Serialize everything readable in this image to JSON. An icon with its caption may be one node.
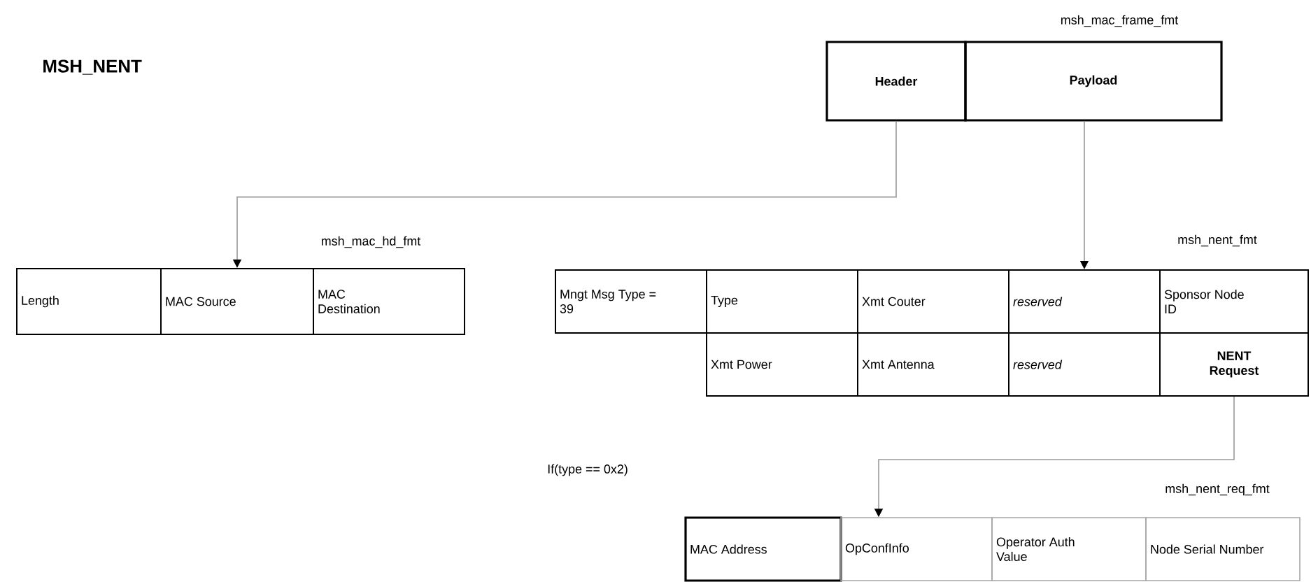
{
  "diagram": {
    "title": "MSH_NENT",
    "nodes": [
      {
        "text": [
          "Header"
        ]
      },
      {
        "text": [
          "Payload"
        ]
      },
      {
        "text": [
          "Length"
        ]
      },
      {
        "text": [
          "MAC Source"
        ]
      },
      {
        "text": [
          "MAC Destination"
        ]
      },
      {
        "text": [
          "Mngt Msg Type = 39"
        ]
      },
      {
        "text": [
          "Type"
        ]
      },
      {
        "text": [
          "Xmt Couter"
        ]
      },
      {
        "text": [
          "reserved"
        ]
      },
      {
        "text": [
          "Sponsor Node ID"
        ]
      },
      {
        "text": [
          "Xmt Power"
        ]
      },
      {
        "text": [
          "Xmt Antenna"
        ]
      },
      {
        "text": [
          "reserved"
        ]
      },
      {
        "text": [
          "NENT Request"
        ]
      },
      {
        "text": [
          "MAC Address"
        ]
      },
      {
        "text": [
          "OpConfInfo"
        ]
      },
      {
        "text": [
          "Operator Auth Value"
        ]
      },
      {
        "text": [
          "Node Serial Number"
        ]
      }
    ],
    "edges": [
      {
        "from": 0,
        "to": 3,
        "arrow": "to"
      },
      {
        "from": 1,
        "to": 8,
        "arrow": "to"
      },
      {
        "from": 13,
        "to": 15,
        "arrow": "to"
      }
    ],
    "labels": [
      "msh_mac_frame_fmt",
      "msh_mac_hd_fmt",
      "msh_nent_fmt",
      "If(type == 0x2)",
      "msh_nent_req_fmt"
    ]
  }
}
